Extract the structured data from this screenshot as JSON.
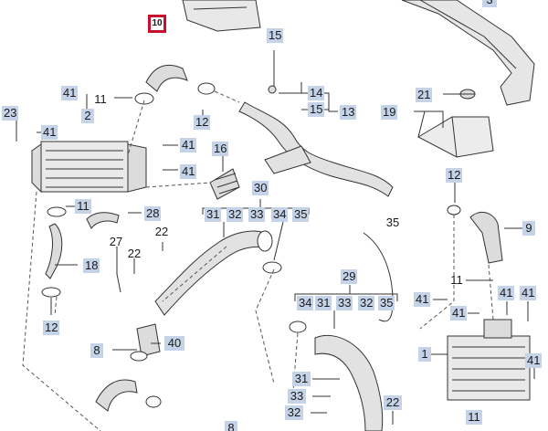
{
  "callouts": {
    "c3": "3",
    "c10": "10",
    "c15_top": "15",
    "c14": "14",
    "c15_right": "15",
    "c13": "13",
    "c21": "21",
    "c19": "19",
    "c41_a": "41",
    "c11_a": "11",
    "c2": "2",
    "c23": "23",
    "c41_b": "41",
    "c12_a": "12",
    "c41_c": "41",
    "c16": "16",
    "c41_d": "41",
    "c12_b": "12",
    "c30": "30",
    "c31_a": "31",
    "c32_a": "32",
    "c33_a": "33",
    "c34_a": "34",
    "c35_a": "35",
    "c11_b": "11",
    "c28": "28",
    "c22_a": "22",
    "c9": "9",
    "c35_b": "35",
    "c27": "27",
    "c22_b": "22",
    "c18": "18",
    "c29": "29",
    "c11_c": "11",
    "c34_b": "34",
    "c31_b": "31",
    "c33_b": "33",
    "c32_b": "32",
    "c35_c": "35",
    "c41_e": "41",
    "c41_f": "41",
    "c41_g": "41",
    "c12_c": "12",
    "c41_h": "41",
    "c8_a": "8",
    "c40": "40",
    "c1": "1",
    "c41_i": "41",
    "c31_c": "31",
    "c33_c": "33",
    "c32_c": "32",
    "c22_c": "22",
    "c8_b": "8",
    "c11_d": "11"
  },
  "colors": {
    "label_bg": "#c5d3e8",
    "highlight_border": "#c8102e",
    "line": "#333333"
  }
}
